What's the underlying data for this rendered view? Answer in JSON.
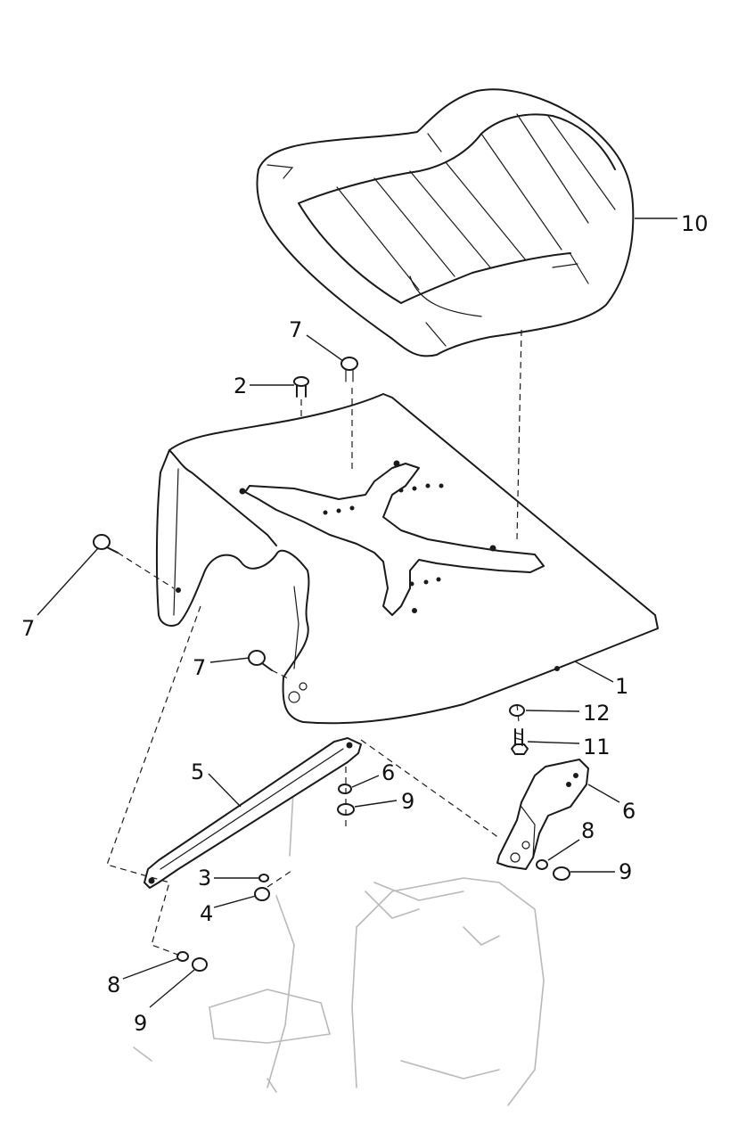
{
  "diagram": {
    "colors": {
      "ink": "#1a1a1a",
      "ghost": "#b9b9b9",
      "paper": "#ffffff"
    },
    "callouts": [
      {
        "id": "c10",
        "text": "10",
        "part": "seat"
      },
      {
        "id": "c7a",
        "text": "7",
        "part": "screw-top"
      },
      {
        "id": "c2",
        "text": "2",
        "part": "bolt"
      },
      {
        "id": "c7b",
        "text": "7",
        "part": "screw-left"
      },
      {
        "id": "c7c",
        "text": "7",
        "part": "screw-mid"
      },
      {
        "id": "c1",
        "text": "1",
        "part": "seat-pan"
      },
      {
        "id": "c12",
        "text": "12",
        "part": "washer"
      },
      {
        "id": "c11",
        "text": "11",
        "part": "bolt"
      },
      {
        "id": "c5",
        "text": "5",
        "part": "support-bar"
      },
      {
        "id": "c6a",
        "text": "6",
        "part": "washer"
      },
      {
        "id": "c9a",
        "text": "9",
        "part": "nut"
      },
      {
        "id": "c6b",
        "text": "6",
        "part": "bracket"
      },
      {
        "id": "c8a",
        "text": "8",
        "part": "lock-washer"
      },
      {
        "id": "c9b",
        "text": "9",
        "part": "nut"
      },
      {
        "id": "c3",
        "text": "3",
        "part": "washer"
      },
      {
        "id": "c4",
        "text": "4",
        "part": "nut"
      },
      {
        "id": "c8b",
        "text": "8",
        "part": "lock-washer"
      },
      {
        "id": "c9c",
        "text": "9",
        "part": "nut"
      }
    ]
  }
}
